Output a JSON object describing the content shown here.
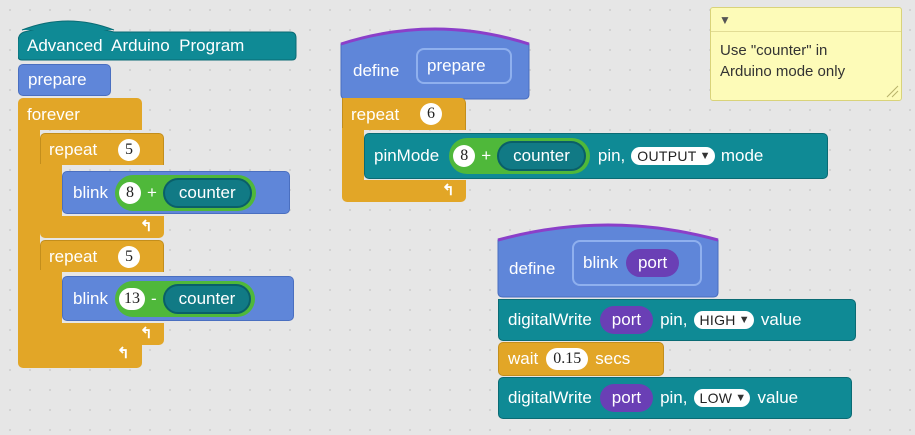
{
  "main_script": {
    "hat_label": "Advanced  Arduino  Program",
    "prepare_label": "prepare",
    "forever_label": "forever",
    "repeat1": {
      "label": "repeat",
      "count": "5"
    },
    "blink1": {
      "label": "blink",
      "num": "8",
      "op": "+",
      "var": "counter"
    },
    "repeat2": {
      "label": "repeat",
      "count": "5"
    },
    "blink2": {
      "label": "blink",
      "num": "13",
      "op": "-",
      "var": "counter"
    }
  },
  "define_prepare": {
    "define_label": "define",
    "name": "prepare",
    "repeat": {
      "label": "repeat",
      "count": "6"
    },
    "pinmode": {
      "label": "pinMode",
      "num": "8",
      "op": "+",
      "var": "counter",
      "pin_label": "pin,",
      "dropdown": "OUTPUT",
      "mode_label": "mode"
    }
  },
  "define_blink": {
    "define_label": "define",
    "name": "blink",
    "param": "port",
    "write1": {
      "label": "digitalWrite",
      "param": "port",
      "pin_label": "pin,",
      "dropdown": "HIGH",
      "value_label": "value"
    },
    "wait": {
      "label": "wait",
      "value": "0.15",
      "unit": "secs"
    },
    "write2": {
      "label": "digitalWrite",
      "param": "port",
      "pin_label": "pin,",
      "dropdown": "LOW",
      "value_label": "value"
    }
  },
  "note": {
    "text_line1": "Use \"counter\" in",
    "text_line2": "Arduino mode only"
  },
  "icons": {
    "loop": "↰",
    "dropdown": "▼",
    "collapse": "▼"
  },
  "colors": {
    "teal": "#0f8a95",
    "blue": "#5f86d9",
    "orange": "#e2a627",
    "green": "#4fb83a",
    "purple": "#6a3fb5",
    "note": "#fdfbb8"
  }
}
